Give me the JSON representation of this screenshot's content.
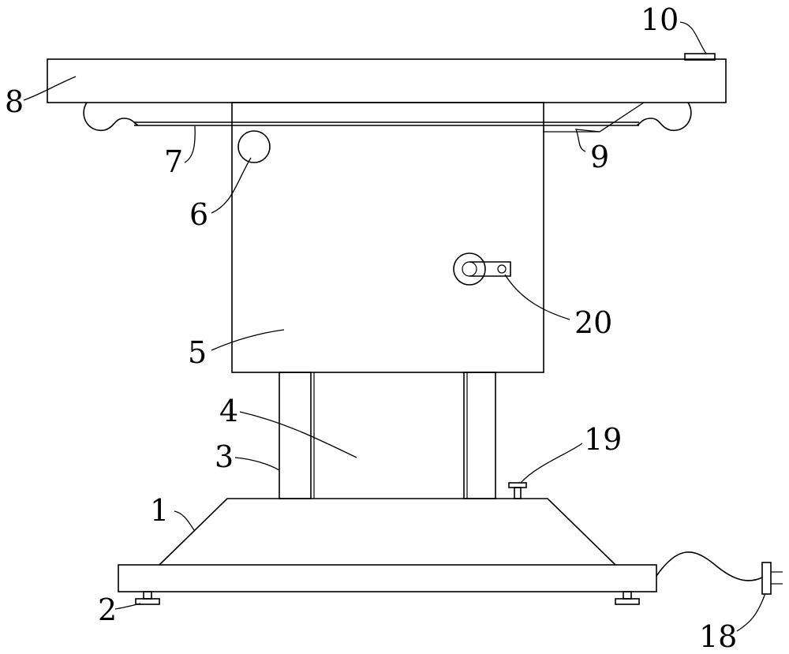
{
  "labels": {
    "l1": "1",
    "l2": "2",
    "l3": "3",
    "l4": "4",
    "l5": "5",
    "l6": "6",
    "l7": "7",
    "l8": "8",
    "l9": "9",
    "l10": "10",
    "l18": "18",
    "l19": "19",
    "l20": "20"
  }
}
